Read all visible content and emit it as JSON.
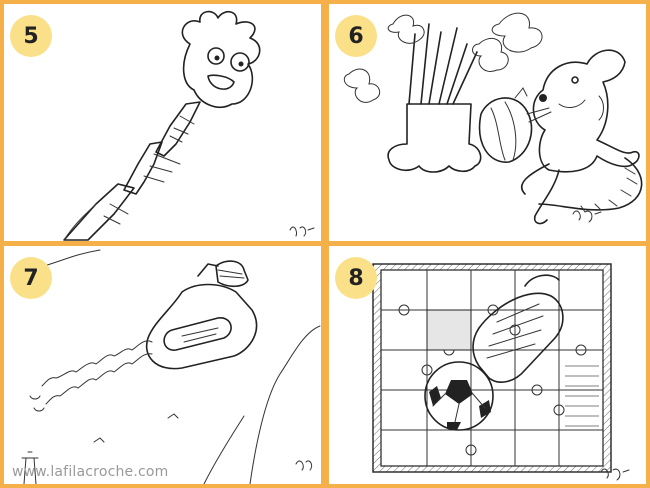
{
  "panels": [
    {
      "number": "5",
      "subject": "rocket-with-flame"
    },
    {
      "number": "6",
      "subject": "rat-with-vegetables"
    },
    {
      "number": "7",
      "subject": "ufo-spaceship"
    },
    {
      "number": "8",
      "subject": "soccer-puzzle"
    }
  ],
  "watermark": "www.lafilacroche.com",
  "colors": {
    "border": "#f5b04a",
    "badge": "#fbe08a"
  }
}
